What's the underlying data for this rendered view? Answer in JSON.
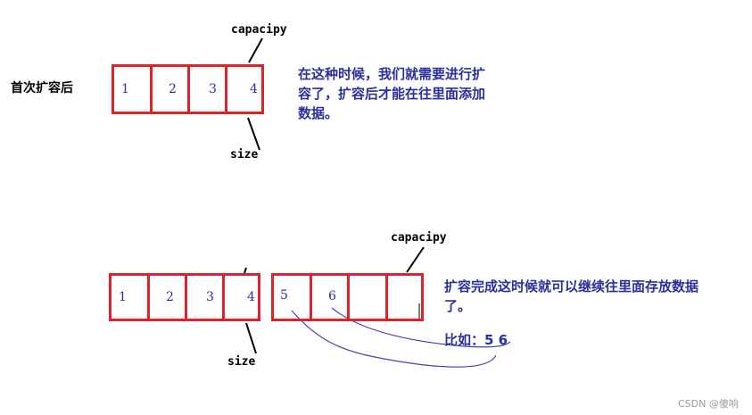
{
  "top": {
    "side_label": "首次扩容后",
    "cells": [
      "1",
      "2",
      "3",
      "4"
    ],
    "capacity_label": "capacipy",
    "size_label": "size",
    "note_lines": [
      "在这种时候，我们就需要进行扩",
      "容了，扩容后才能在往里面添加",
      "数据。"
    ]
  },
  "bottom": {
    "cells": [
      "1",
      "2",
      "3",
      "4",
      "5",
      "6",
      "",
      ""
    ],
    "capacity_label": "capacipy",
    "size_label": "size",
    "note_lines": [
      "扩容完成这时候就可以继续往里面存放数据",
      "了。"
    ],
    "example": "比如：5 6"
  },
  "watermark": "CSDN @傻响"
}
